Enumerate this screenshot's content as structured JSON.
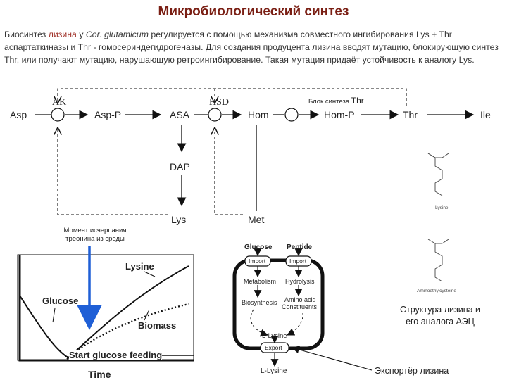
{
  "title": "Микробиологический синтез",
  "intro": {
    "p1": "Биосинтез ",
    "lysine_word": "лизина",
    "p2": " у ",
    "organism": "Cor. glutamicum",
    "p3": " регулируется с помощью механизма совместного ингибирования Lys + Thr аспартаткиназы и Thr - гомосериндегидрогеназы. Для создания продуцента лизина вводят мутацию, блокирующую синтез Thr, или получают мутацию, нарушающую ретроингибирование. Такая мутация придаёт устойчивость к аналогу Lys."
  },
  "pathway": {
    "asp": "Asp",
    "ak": "AK",
    "asp_p": "Asp-P",
    "asa": "ASA",
    "hsd": "HSD",
    "hom": "Hom",
    "hom_p": "Hom-P",
    "thr": "Thr",
    "ile": "Ile",
    "dap": "DAP",
    "lys": "Lys",
    "met": "Met",
    "thr_block_label": "Блок синтеза",
    "thr_block_thr": "Thr"
  },
  "growth_chart": {
    "note": "Момент исчерпания треонина из среды",
    "lysine": "Lysine",
    "glucose": "Glucose",
    "biomass": "Biomass",
    "start_feeding": "Start glucose feeding",
    "time": "Time"
  },
  "transport": {
    "glucose": "Glucose",
    "peptide": "Peptide",
    "import1": "Import",
    "import2": "Import",
    "metabolism": "Metabolism",
    "hydrolysis": "Hydrolysis",
    "biosynthesis": "Biosynthesis",
    "amino_acid": "Amino acid",
    "constituents": "Constituents",
    "l_lysine_in": "L-Lysine",
    "export": "Export",
    "l_lysine_out": "L-Lysine"
  },
  "structures": {
    "lysine_label": "Lysine",
    "aec_label": "Aminoethylcysteine",
    "caption_line1": "Структура лизина и",
    "caption_line2": "его аналога АЭЦ"
  },
  "export_caption": "Экспортёр лизина",
  "colors": {
    "title": "#7a1f14",
    "highlight": "#a0322a",
    "blue_arrow": "#1f5fd6"
  }
}
